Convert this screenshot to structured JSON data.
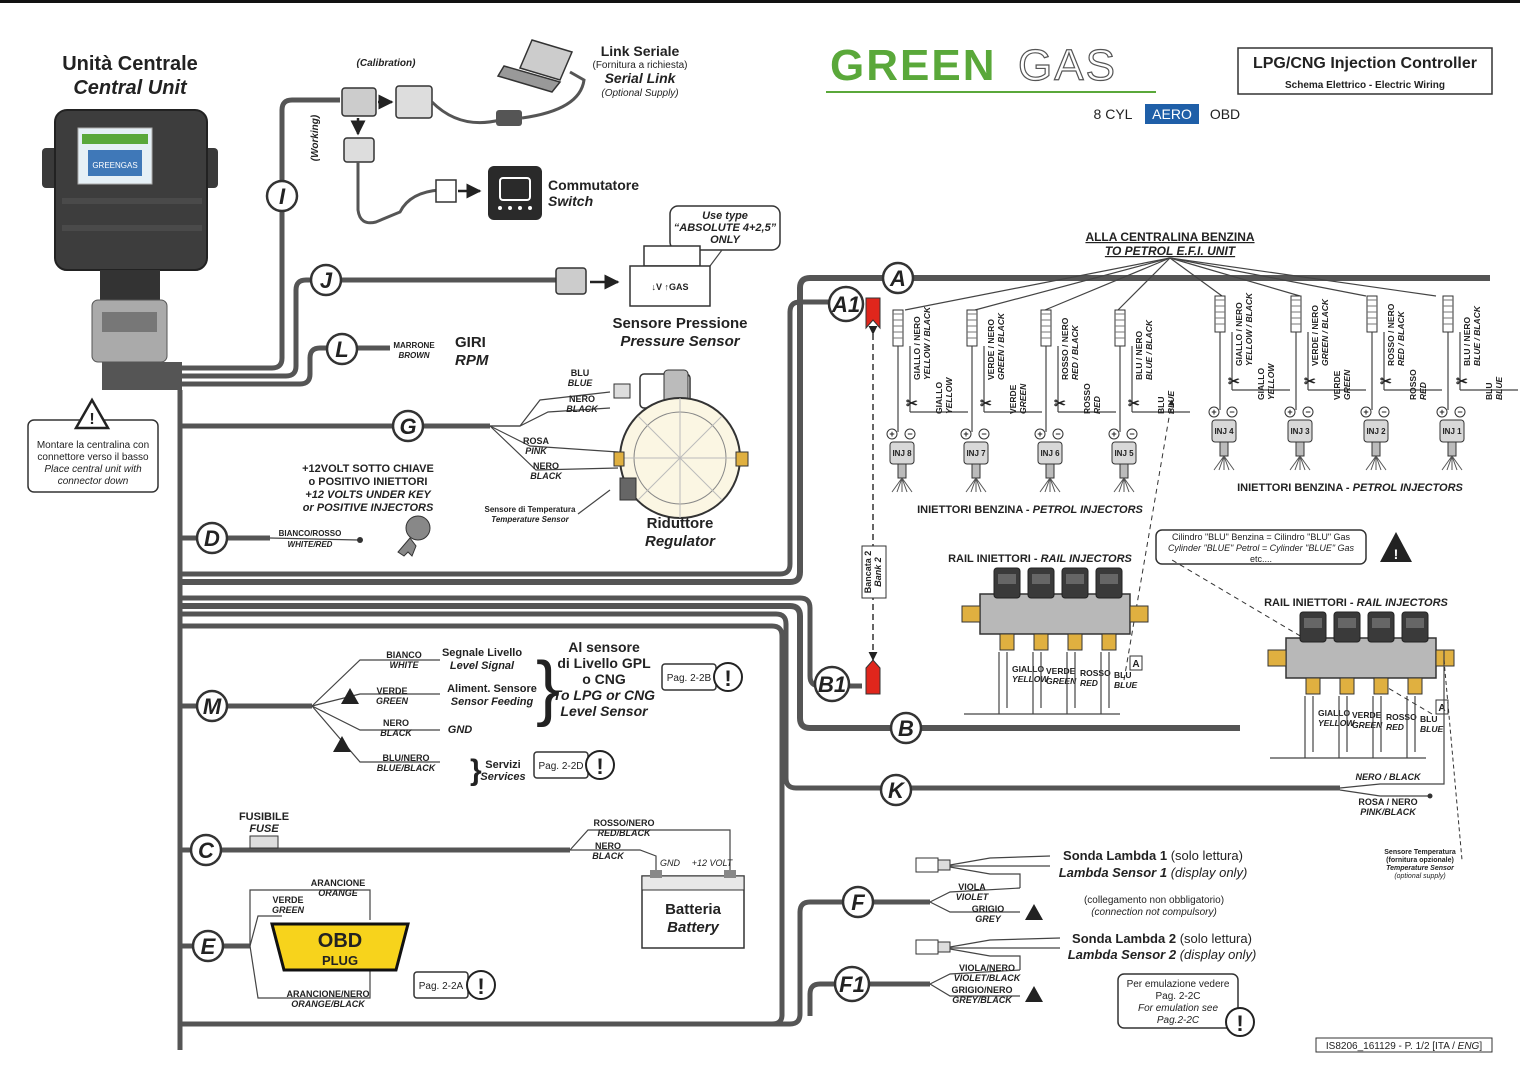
{
  "brand": {
    "name_green": "GREEN",
    "name_gas": "GAS",
    "green_color": "#5aa83a"
  },
  "header": {
    "title": "LPG/CNG  Injection  Controller",
    "subtitle": "Schema  Elettrico  -  Electric  Wiring",
    "variants": [
      "8 CYL",
      "AERO",
      "OBD"
    ],
    "selected_variant": "AERO",
    "selected_color": "#1f5fa8"
  },
  "central_unit": {
    "it": "Unità Centrale",
    "en": "Central Unit",
    "screen_logo": "GREENGAS"
  },
  "mount_note": {
    "it1": "Montare la centralina con",
    "it2": "connettore verso il basso",
    "en1": "Place central unit with",
    "en2": "connector down"
  },
  "serial_link": {
    "calibration": "(Calibration)",
    "working": "(Working)",
    "it": "Link Seriale",
    "it_note": "(Fornitura a richiesta)",
    "en": "Serial Link",
    "en_note": "(Optional Supply)"
  },
  "switch": {
    "it": "Commutatore",
    "en": "Switch"
  },
  "pressure_sensor": {
    "note1": "Use type",
    "note2": "“ABSOLUTE 4+2,5”",
    "note3": "ONLY",
    "labels": "↓V   ↑GAS",
    "it": "Sensore Pressione",
    "en": "Pressure Sensor"
  },
  "rpm": {
    "wire_it": "MARRONE",
    "wire_en": "BROWN",
    "it": "GIRI",
    "en": "RPM"
  },
  "regulator": {
    "blue_it": "BLU",
    "blue_en": "BLUE",
    "black_it": "NERO",
    "black_en": "BLACK",
    "pink_it": "ROSA",
    "pink_en": "PINK",
    "black2_it": "NERO",
    "black2_en": "BLACK",
    "temp_it": "Sensore di Temperatura",
    "temp_en": "Temperature Sensor",
    "it": "Riduttore",
    "en": "Regulator"
  },
  "key": {
    "l1": "+12VOLT SOTTO CHIAVE",
    "l2": "o POSITIVO INIETTORI",
    "l3": "+12 VOLTS UNDER KEY",
    "l4": "or POSITIVE INJECTORS",
    "wire_it": "BIANCO/ROSSO",
    "wire_en": "WHITE/RED"
  },
  "wire_labels": [
    "I",
    "J",
    "L",
    "G",
    "D",
    "M",
    "C",
    "E",
    "A",
    "A1",
    "B1",
    "B",
    "K",
    "F",
    "F1"
  ],
  "petrol_ecu": {
    "it": "ALLA CENTRALINA BENZINA",
    "en": "TO PETROL E.F.I. UNIT"
  },
  "bank2_injectors": [
    {
      "wire_it": "GIALLO / NERO",
      "wire_en": "YELLOW / BLACK",
      "col_it": "GIALLO",
      "col_en": "YELLOW",
      "inj": "INJ 8"
    },
    {
      "wire_it": "VERDE / NERO",
      "wire_en": "GREEN / BLACK",
      "col_it": "VERDE",
      "col_en": "GREEN",
      "inj": "INJ 7"
    },
    {
      "wire_it": "ROSSO / NERO",
      "wire_en": "RED / BLACK",
      "col_it": "ROSSO",
      "col_en": "RED",
      "inj": "INJ 6"
    },
    {
      "wire_it": "BLU / NERO",
      "wire_en": "BLUE / BLACK",
      "col_it": "BLU",
      "col_en": "BLUE",
      "inj": "INJ 5"
    }
  ],
  "bank1_injectors": [
    {
      "wire_it": "GIALLO / NERO",
      "wire_en": "YELLOW / BLACK",
      "col_it": "GIALLO",
      "col_en": "YELLOW",
      "inj": "INJ 4"
    },
    {
      "wire_it": "VERDE / NERO",
      "wire_en": "GREEN / BLACK",
      "col_it": "VERDE",
      "col_en": "GREEN",
      "inj": "INJ 3"
    },
    {
      "wire_it": "ROSSO / NERO",
      "wire_en": "RED / BLACK",
      "col_it": "ROSSO",
      "col_en": "RED",
      "inj": "INJ 2"
    },
    {
      "wire_it": "BLU / NERO",
      "wire_en": "BLUE / BLACK",
      "col_it": "BLU",
      "col_en": "BLUE",
      "inj": "INJ 1"
    }
  ],
  "petrol_injectors_bank2": {
    "it": "INIETTORI BENZINA",
    "en": "PETROL INJECTORS"
  },
  "petrol_injectors_bank1": {
    "it": "INIETTORI BENZINA",
    "en": "PETROL INJECTORS"
  },
  "bank2_tag": {
    "it": "Bancata 2",
    "en": "Bank 2"
  },
  "cylinder_note": {
    "l1": "Cilindro \"BLU\" Benzina = Cilindro \"BLU\" Gas",
    "l2": "Cylinder \"BLUE\" Petrol = Cylinder \"BLUE\" Gas",
    "l3": "etc...."
  },
  "rail_bank2": {
    "title_it": "RAIL INIETTORI",
    "title_en": "RAIL INJECTORS",
    "colors_it": [
      "GIALLO",
      "VERDE",
      "ROSSO",
      "BLU"
    ],
    "colors_en": [
      "YELLOW",
      "GREEN",
      "RED",
      "BLUE"
    ],
    "tag": "A"
  },
  "rail_bank1": {
    "title_it": "RAIL INIETTORI",
    "title_en": "RAIL INJECTORS",
    "colors_it": [
      "GIALLO",
      "VERDE",
      "ROSSO",
      "BLU"
    ],
    "colors_en": [
      "YELLOW",
      "GREEN",
      "RED",
      "BLUE"
    ],
    "tag": "A"
  },
  "k_wires": {
    "black_it": "NERO / BLACK",
    "pink_it": "ROSA / NERO",
    "pink_en": "PINK/BLACK"
  },
  "temp_sensor_opt": {
    "l1": "Sensore Temperatura",
    "l2": "(fornitura opzionale)",
    "l3": "Temperature Sensor",
    "l4": "(optional supply)"
  },
  "level_sensor": {
    "white_it": "BIANCO",
    "white_en": "WHITE",
    "signal_it": "Segnale Livello",
    "signal_en": "Level Signal",
    "green_it": "VERDE",
    "green_en": "GREEN",
    "feed_it": "Aliment. Sensore",
    "feed_en": "Sensor Feeding",
    "black_it": "NERO",
    "black_en": "BLACK",
    "gnd": "GND",
    "blueblack_it": "BLU/NERO",
    "blueblack_en": "BLUE/BLACK",
    "serv_it": "Servizi",
    "serv_en": "Services",
    "al1": "Al sensore",
    "al2": "di Livello GPL",
    "al3": "o CNG",
    "al4": "To LPG or CNG",
    "al5": "Level Sensor",
    "ref1": "Pag. 2-2B",
    "ref2": "Pag. 2-2D"
  },
  "fuse": {
    "it": "FUSIBILE",
    "en": "FUSE"
  },
  "battery": {
    "red_it": "ROSSO/NERO",
    "red_en": "RED/BLACK",
    "black_it": "NERO",
    "black_en": "BLACK",
    "gnd": "GND",
    "v12": "+12 VOLT",
    "it": "Batteria",
    "en": "Battery"
  },
  "obd": {
    "orange_it": "ARANCIONE",
    "orange_en": "ORANGE",
    "green_it": "VERDE",
    "green_en": "GREEN",
    "plug1": "OBD",
    "plug2": "PLUG",
    "orangeblack_it": "ARANCIONE/NERO",
    "orangeblack_en": "ORANGE/BLACK",
    "ref": "Pag. 2-2A",
    "plug_color": "#f7d31c"
  },
  "lambda1": {
    "it_b": "Sonda Lambda 1",
    "it_n": " (solo lettura)",
    "en_b": "Lambda Sensor 1",
    "en_n": " (display only)",
    "violet_it": "VIOLA",
    "violet_en": "VIOLET",
    "grey_it": "GRIGIO",
    "grey_en": "GREY",
    "note1": "(collegamento non obbligatorio)",
    "note2": "(connection not compulsory)"
  },
  "lambda2": {
    "it_b": "Sonda Lambda 2",
    "it_n": " (solo lettura)",
    "en_b": "Lambda Sensor 2",
    "en_n": " (display only)",
    "violet_it": "VIOLA/NERO",
    "violet_en": "VIOLET/BLACK",
    "grey_it": "GRIGIO/NERO",
    "grey_en": "GREY/BLACK"
  },
  "emulation": {
    "l1": "Per emulazione vedere",
    "l2": "Pag. 2-2C",
    "l3": "For emulation see",
    "l4": "Pag.2-2C"
  },
  "footer": {
    "code": "IS8206_161129 - P. 1/2 [ITA / ",
    "lang": "ENG",
    "end": "]"
  }
}
